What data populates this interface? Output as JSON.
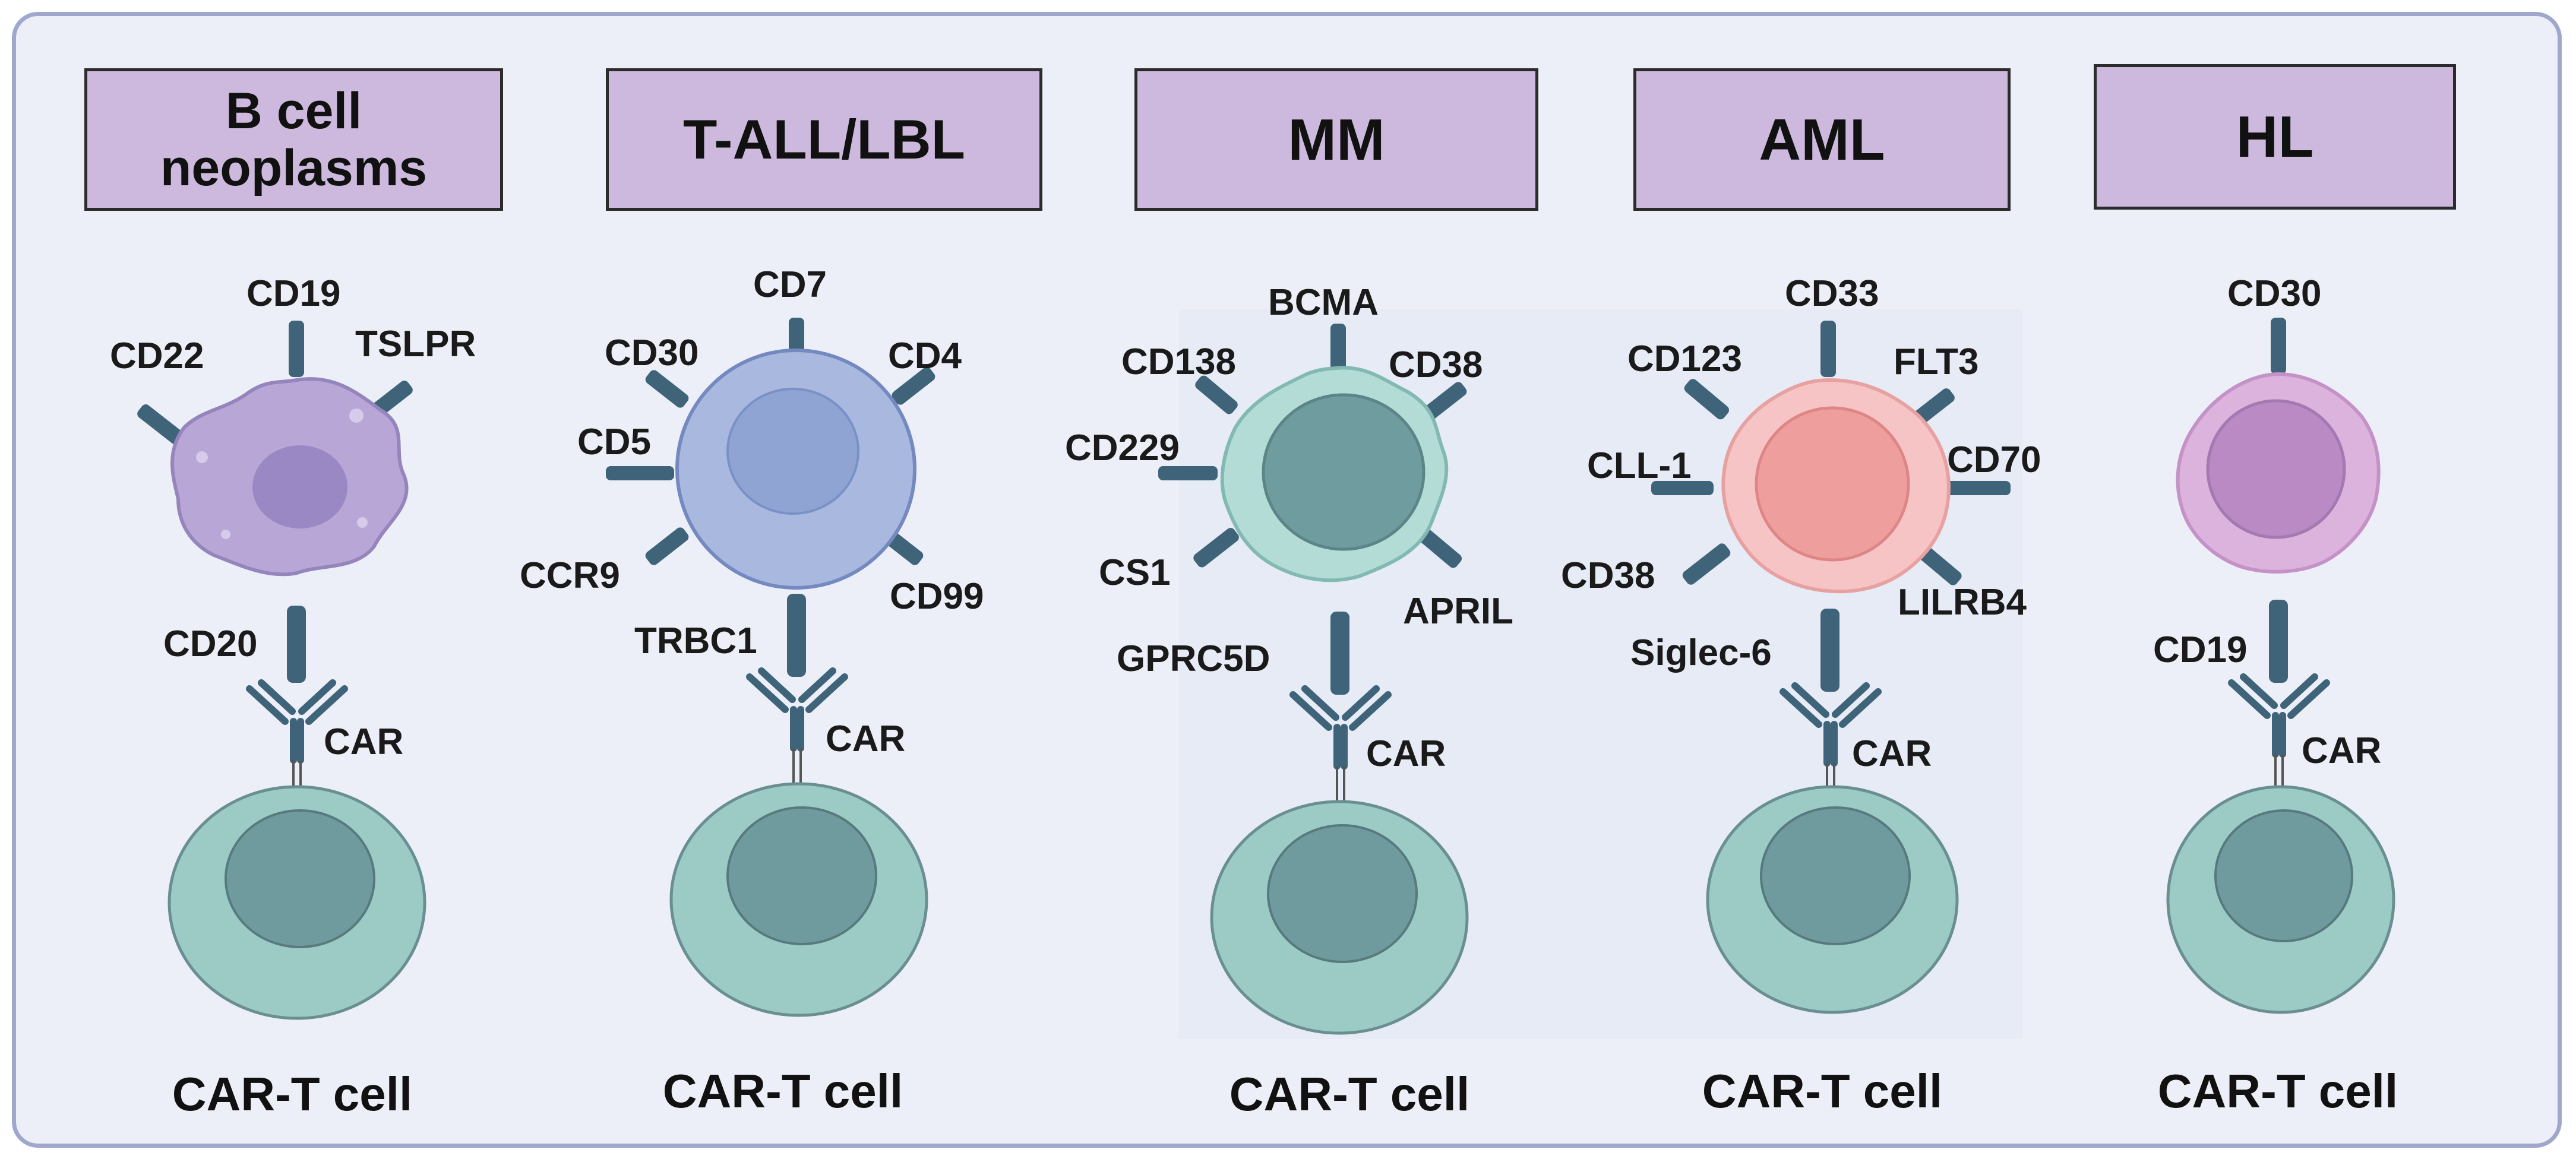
{
  "panels": [
    {
      "title": "B cell\nneoplasms",
      "cell_color": "#b7a6d6",
      "nucleus_color": "#9a88c4",
      "antigens": [
        "CD19",
        "CD22",
        "TSLPR"
      ],
      "binding_antigen": "CD20",
      "receptor_label": "CAR",
      "footer": "CAR-T cell"
    },
    {
      "title": "T-ALL/LBL",
      "cell_color": "#a9b8df",
      "nucleus_color": "#8fa4d3",
      "antigens": [
        "CD7",
        "CD30",
        "CD4",
        "CD5",
        "CCR9",
        "CD99"
      ],
      "binding_antigen": "TRBC1",
      "receptor_label": "CAR",
      "footer": "CAR-T cell"
    },
    {
      "title": "MM",
      "cell_color": "#b3dcd6",
      "nucleus_color": "#6f9c9f",
      "antigens": [
        "BCMA",
        "CD138",
        "CD38",
        "CD229",
        "CS1",
        "APRIL"
      ],
      "binding_antigen": "GPRC5D",
      "receptor_label": "CAR",
      "footer": "CAR-T cell"
    },
    {
      "title": "AML",
      "cell_color": "#f6c4c4",
      "nucleus_color": "#ef9e9e",
      "antigens": [
        "CD33",
        "CD123",
        "FLT3",
        "CLL-1",
        "CD70",
        "CD38",
        "LILRB4"
      ],
      "binding_antigen": "Siglec-6",
      "receptor_label": "CAR",
      "footer": "CAR-T cell"
    },
    {
      "title": "HL",
      "cell_color": "#dcb3dc",
      "nucleus_color": "#b98ac3",
      "antigens": [
        "CD30"
      ],
      "binding_antigen": "CD19",
      "receptor_label": "CAR",
      "footer": "CAR-T cell"
    }
  ],
  "colors": {
    "frame_bg": "#eceff7",
    "frame_border": "#9fa8cc",
    "title_fill": "#cdb9dd",
    "receptor": "#3f6479",
    "tcell_outer": "#9ccac5",
    "tcell_nucleus": "#6f9a9e"
  }
}
